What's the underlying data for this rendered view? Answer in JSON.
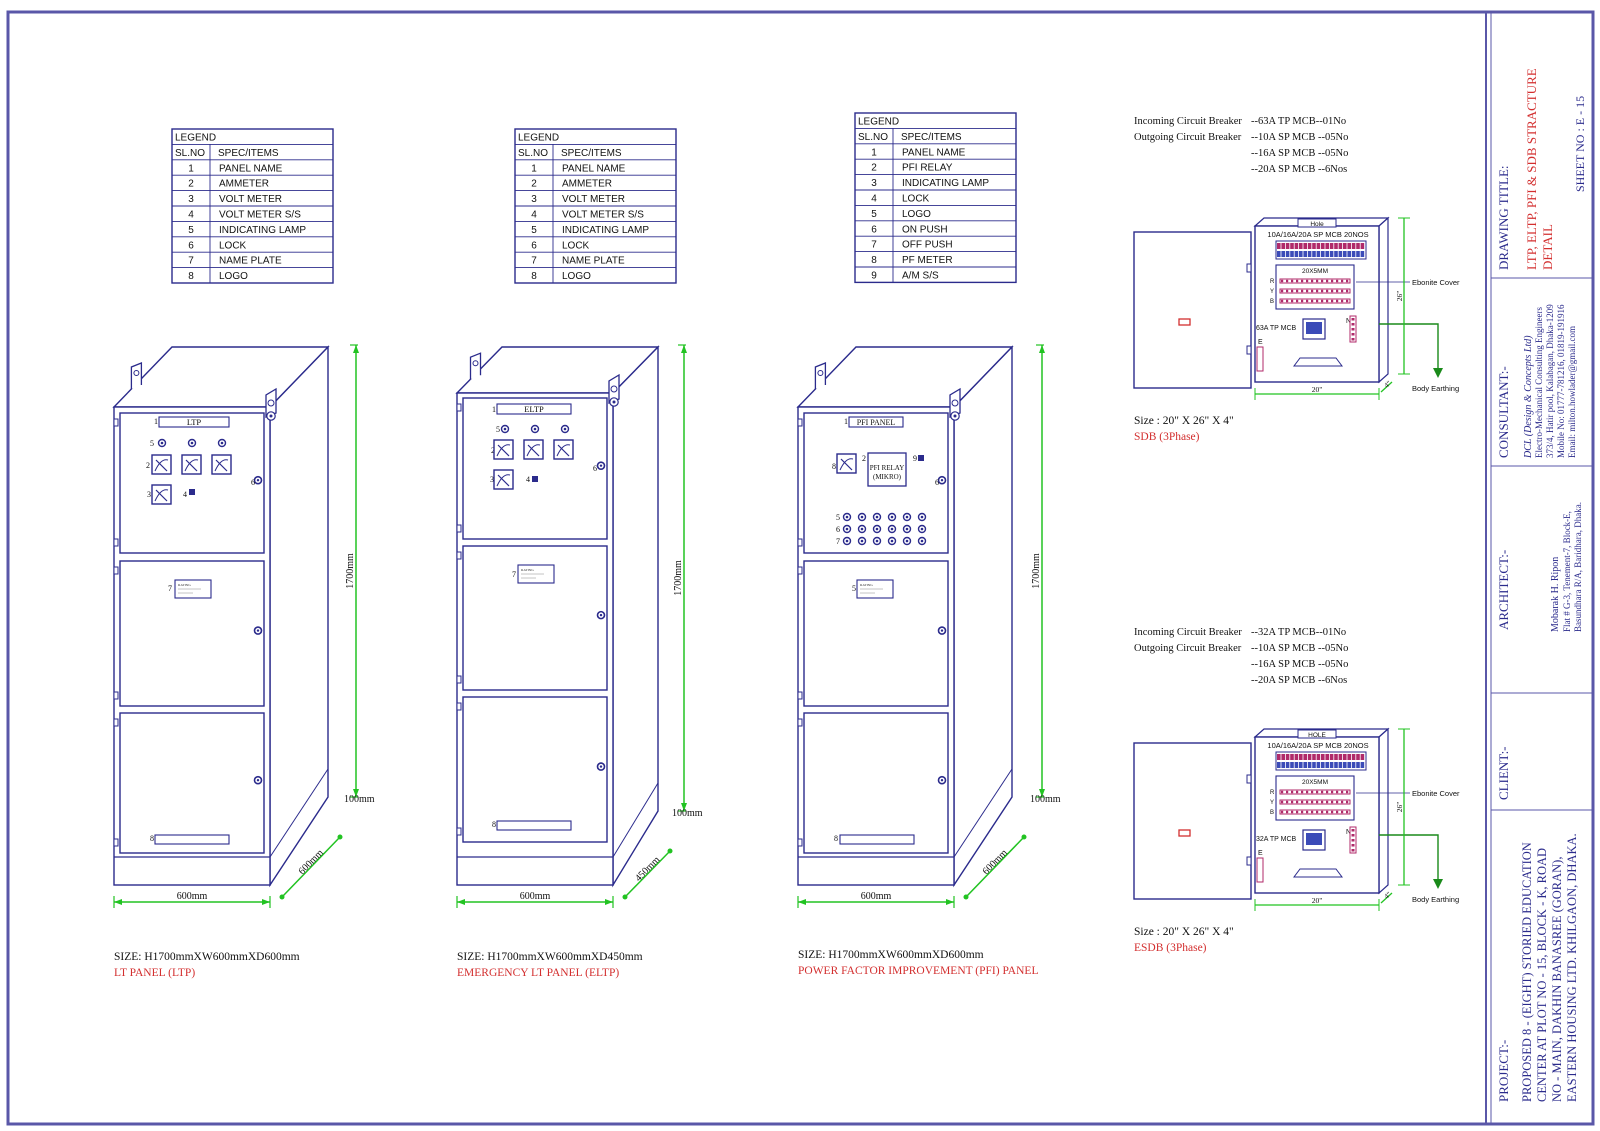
{
  "legends": {
    "header": "LEGEND",
    "col_no": "SL.NO",
    "col_item": "SPEC/ITEMS",
    "ltp": [
      {
        "no": "1",
        "item": "PANEL  NAME"
      },
      {
        "no": "2",
        "item": "AMMETER"
      },
      {
        "no": "3",
        "item": "VOLT  METER"
      },
      {
        "no": "4",
        "item": "VOLT  METER  S/S"
      },
      {
        "no": "5",
        "item": "INDICATING  LAMP"
      },
      {
        "no": "6",
        "item": "LOCK"
      },
      {
        "no": "7",
        "item": "NAME  PLATE"
      },
      {
        "no": "8",
        "item": "LOGO"
      }
    ],
    "eltp": [
      {
        "no": "1",
        "item": "PANEL  NAME"
      },
      {
        "no": "2",
        "item": "AMMETER"
      },
      {
        "no": "3",
        "item": "VOLT  METER"
      },
      {
        "no": "4",
        "item": "VOLT  METER  S/S"
      },
      {
        "no": "5",
        "item": "INDICATING  LAMP"
      },
      {
        "no": "6",
        "item": "LOCK"
      },
      {
        "no": "7",
        "item": "NAME  PLATE"
      },
      {
        "no": "8",
        "item": "LOGO"
      }
    ],
    "pfi": [
      {
        "no": "1",
        "item": "PANEL  NAME"
      },
      {
        "no": "2",
        "item": "PFI  RELAY"
      },
      {
        "no": "3",
        "item": "INDICATING  LAMP"
      },
      {
        "no": "4",
        "item": "LOCK"
      },
      {
        "no": "5",
        "item": "LOGO"
      },
      {
        "no": "6",
        "item": "ON  PUSH"
      },
      {
        "no": "7",
        "item": "OFF  PUSH"
      },
      {
        "no": "8",
        "item": "PF  METER"
      },
      {
        "no": "9",
        "item": "A/M    S/S"
      }
    ]
  },
  "panels": {
    "ltp": {
      "name_label": "LTP",
      "height_dim": "1700mm",
      "base_dim": "100mm",
      "width_dim": "600mm",
      "depth_dim": "600mm",
      "size": "SIZE: H1700mmXW600mmXD600mm",
      "title": "LT PANEL (LTP)"
    },
    "eltp": {
      "name_label": "ELTP",
      "height_dim": "1700mm",
      "base_dim": "100mm",
      "width_dim": "600mm",
      "depth_dim": "450mm",
      "size": "SIZE: H1700mmXW600mmXD450mm",
      "title": "EMERGENCY LT PANEL (ELTP)"
    },
    "pfi": {
      "name_label": "PFI PANEL",
      "relay_label_1": "PFI RELAY",
      "relay_label_2": "(MIKRO)",
      "height_dim": "1700mm",
      "base_dim": "100mm",
      "width_dim": "600mm",
      "depth_dim": "600mm",
      "size": "SIZE: H1700mmXW600mmXD600mm",
      "title": "POWER FACTOR IMPROVEMENT (PFI) PANEL"
    },
    "nameplate_text": "RATING"
  },
  "sdb": {
    "incoming_label": "Incoming Circuit Breaker",
    "outgoing_label": "Outgoing Circuit Breaker",
    "incoming": "--63A TP MCB--01No",
    "outgoing": [
      "--10A SP MCB --05No",
      "--16A SP MCB --05No",
      "--20A SP MCB --6Nos"
    ],
    "top_label": "Hole",
    "mcb_label": "10A/16A/20A SP MCB 20NOS",
    "busbar_label": "20X5MM",
    "main_label": "63A TP MCB",
    "neutral_label": "N",
    "earth_label": "E",
    "phase_labels": [
      "R",
      "Y",
      "B"
    ],
    "ebonite": "Ebonite Cover",
    "earthing": "Body Earthing",
    "dim_width": "20\"",
    "dim_height": "26\"",
    "dim_depth": "4\"",
    "size": "Size : 20\" X 26\" X 4\"",
    "title": "SDB (3Phase)"
  },
  "esdb": {
    "incoming_label": "Incoming Circuit Breaker",
    "outgoing_label": "Outgoing Circuit Breaker",
    "incoming": "--32A TP MCB--01No",
    "outgoing": [
      "--10A SP MCB --05No",
      "--16A SP MCB --05No",
      "--20A SP MCB --6Nos"
    ],
    "top_label": "HOLE",
    "mcb_label": "10A/16A/20A SP MCB 20NOS",
    "busbar_label": "20X5MM",
    "main_label": "32A TP MCB",
    "neutral_label": "N",
    "earth_label": "E",
    "phase_labels": [
      "R",
      "Y",
      "B"
    ],
    "ebonite": "Ebonite Cover",
    "earthing": "Body Earthing",
    "dim_width": "20\"",
    "dim_height": "26\"",
    "dim_depth": "4\"",
    "size": "Size : 20\" X 26\" X 4\"",
    "title": "ESDB (3Phase)"
  },
  "title_block": {
    "project_label": "PROJECT:-",
    "project_lines": [
      "PROPOSED 8 - (EIGHT) STORIED EDUCATION",
      "CENTER AT PLOT NO - 15, BLOCK - K, ROAD",
      "NO - MAIN, DAKHIN BANASREE (GORAN),",
      "EASTERN HOUSING LTD. KHILGAON, DHAKA."
    ],
    "client_label": "CLIENT:-",
    "architect_label": "ARCHITECT:-",
    "architect_lines": [
      "Mobarak H. Ripon",
      "Flat # G-3, Tenement-7, Block-E,",
      "Basundhara R/A, Baridhara, Dhaka."
    ],
    "consultant_label": "CONSULTANT:-",
    "consultant_lines": [
      "DCL (Design & Concepts Ltd)",
      "Electro-Mechanical Consulting Engineers",
      "373/4, Hatir pool, Kalabagan, Dhaka-1209",
      "Mobile No: 01777-781216, 01819-191916",
      "Email: milton.howlader@gmail.com"
    ],
    "drawing_title_label": "DRAWING TITLE:",
    "drawing_title_lines": [
      "LTP, ELTP, PFI & SDB STRACTURE",
      "DETAIL"
    ],
    "sheet_no": "SHEET NO : E - 15"
  },
  "colors": {
    "frame": "#3b3a9a",
    "line": "#2b2b8c",
    "dim": "#22c322",
    "red": "#d32f2f",
    "earth": "#1a8a1a"
  }
}
